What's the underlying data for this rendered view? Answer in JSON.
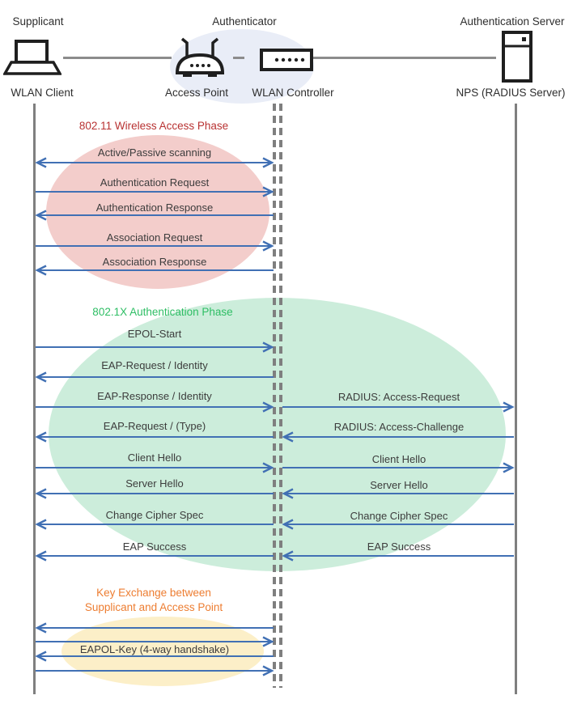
{
  "header": {
    "supplicant_role": "Supplicant",
    "authenticator_role": "Authenticator",
    "auth_server_role": "Authentication Server",
    "wlan_client": "WLAN Client",
    "access_point": "Access Point",
    "wlan_controller": "WLAN Controller",
    "radius_server": "NPS (RADIUS Server)"
  },
  "colors": {
    "arrow": "#4170B4",
    "lifeline": "#7F7F7F",
    "connector": "#8C8C8C",
    "text": "#3C3C3C",
    "icon": "#1F1F1F",
    "authenticator_halo": "#E9EDF7",
    "phase1_title": "#B83232",
    "phase1_ellipse": "#F3CDCB",
    "phase2_title": "#2EBE64",
    "phase2_ellipse": "#CCEDDB",
    "phase3_title": "#ED7D31",
    "phase3_ellipse": "#FCEFC8"
  },
  "phases": [
    {
      "title": "802.11 Wireless Access Phase",
      "title_color_key": "phase1_title",
      "rows": [
        {
          "left": {
            "label": "Active/Passive scanning",
            "direction": "both"
          }
        },
        {
          "left": {
            "label": "Authentication Request",
            "direction": "right"
          }
        },
        {
          "left": {
            "label": "Authentication Response",
            "direction": "left"
          }
        },
        {
          "left": {
            "label": "Association Request",
            "direction": "right"
          }
        },
        {
          "left": {
            "label": "Association Response",
            "direction": "left"
          }
        }
      ]
    },
    {
      "title": "802.1X Authentication Phase",
      "title_color_key": "phase2_title",
      "rows": [
        {
          "left": {
            "label": "EPOL-Start",
            "direction": "right"
          }
        },
        {
          "left": {
            "label": "EAP-Request / Identity",
            "direction": "left"
          }
        },
        {
          "left": {
            "label": "EAP-Response / Identity",
            "direction": "right"
          },
          "right": {
            "label": "RADIUS: Access-Request",
            "direction": "right"
          }
        },
        {
          "left": {
            "label": "EAP-Request / (Type)",
            "direction": "left"
          },
          "right": {
            "label": "RADIUS: Access-Challenge",
            "direction": "left"
          }
        },
        {
          "left": {
            "label": "Client Hello",
            "direction": "right"
          },
          "right": {
            "label": "Client Hello",
            "direction": "right"
          }
        },
        {
          "left": {
            "label": "Server Hello",
            "direction": "left"
          },
          "right": {
            "label": "Server Hello",
            "direction": "left"
          }
        },
        {
          "left": {
            "label": "Change Cipher Spec",
            "direction": "left"
          },
          "right": {
            "label": "Change Cipher Spec",
            "direction": "left"
          }
        },
        {
          "left": {
            "label": "EAP Success",
            "direction": "left"
          },
          "right": {
            "label": "EAP Success",
            "direction": "left"
          }
        }
      ]
    },
    {
      "title": "Key Exchange between\nSupplicant and Access Point",
      "title_color_key": "phase3_title",
      "rows": [
        {
          "left": {
            "label": "",
            "direction": "left"
          }
        },
        {
          "left": {
            "label": "",
            "direction": "right"
          }
        },
        {
          "left": {
            "label": "EAPOL-Key (4-way handshake)",
            "direction": "left"
          }
        },
        {
          "left": {
            "label": "",
            "direction": "right"
          }
        }
      ]
    }
  ]
}
